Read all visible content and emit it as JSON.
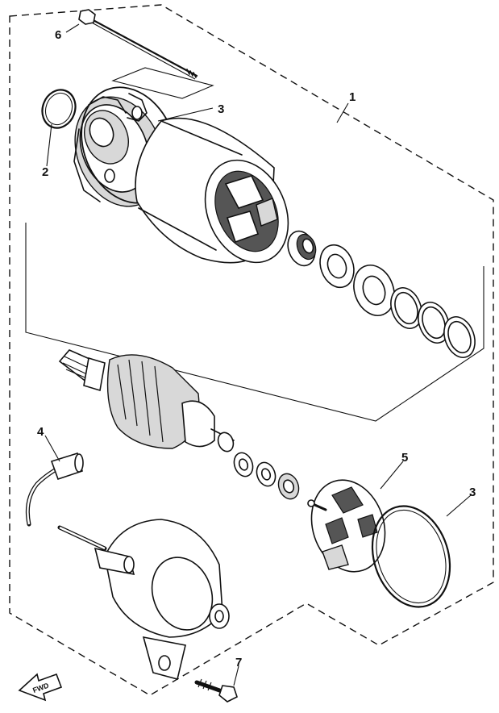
{
  "callouts": [
    {
      "id": "1",
      "text": "1"
    },
    {
      "id": "2",
      "text": "2"
    },
    {
      "id": "3a",
      "text": "3"
    },
    {
      "id": "3b",
      "text": "3"
    },
    {
      "id": "4",
      "text": "4"
    },
    {
      "id": "5",
      "text": "5"
    },
    {
      "id": "6",
      "text": "6"
    },
    {
      "id": "7",
      "text": "7"
    }
  ],
  "direction_arrow": {
    "text": "FWD"
  }
}
